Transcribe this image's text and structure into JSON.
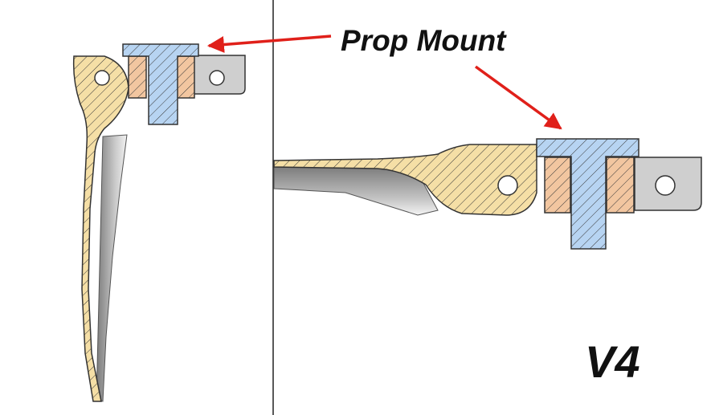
{
  "annotations": {
    "callout": "Prop Mount",
    "version": "V4"
  },
  "colors": {
    "blade_fill": "#f5dfa6",
    "mount_fill": "#b7d4f2",
    "bushing_fill": "#f2c6a0",
    "plate_fill": "#cfcfcf",
    "arrow": "#e0201a",
    "hatch": "#333333",
    "outline": "#333333"
  },
  "views": [
    "side-view-vertical",
    "side-view-horizontal"
  ]
}
